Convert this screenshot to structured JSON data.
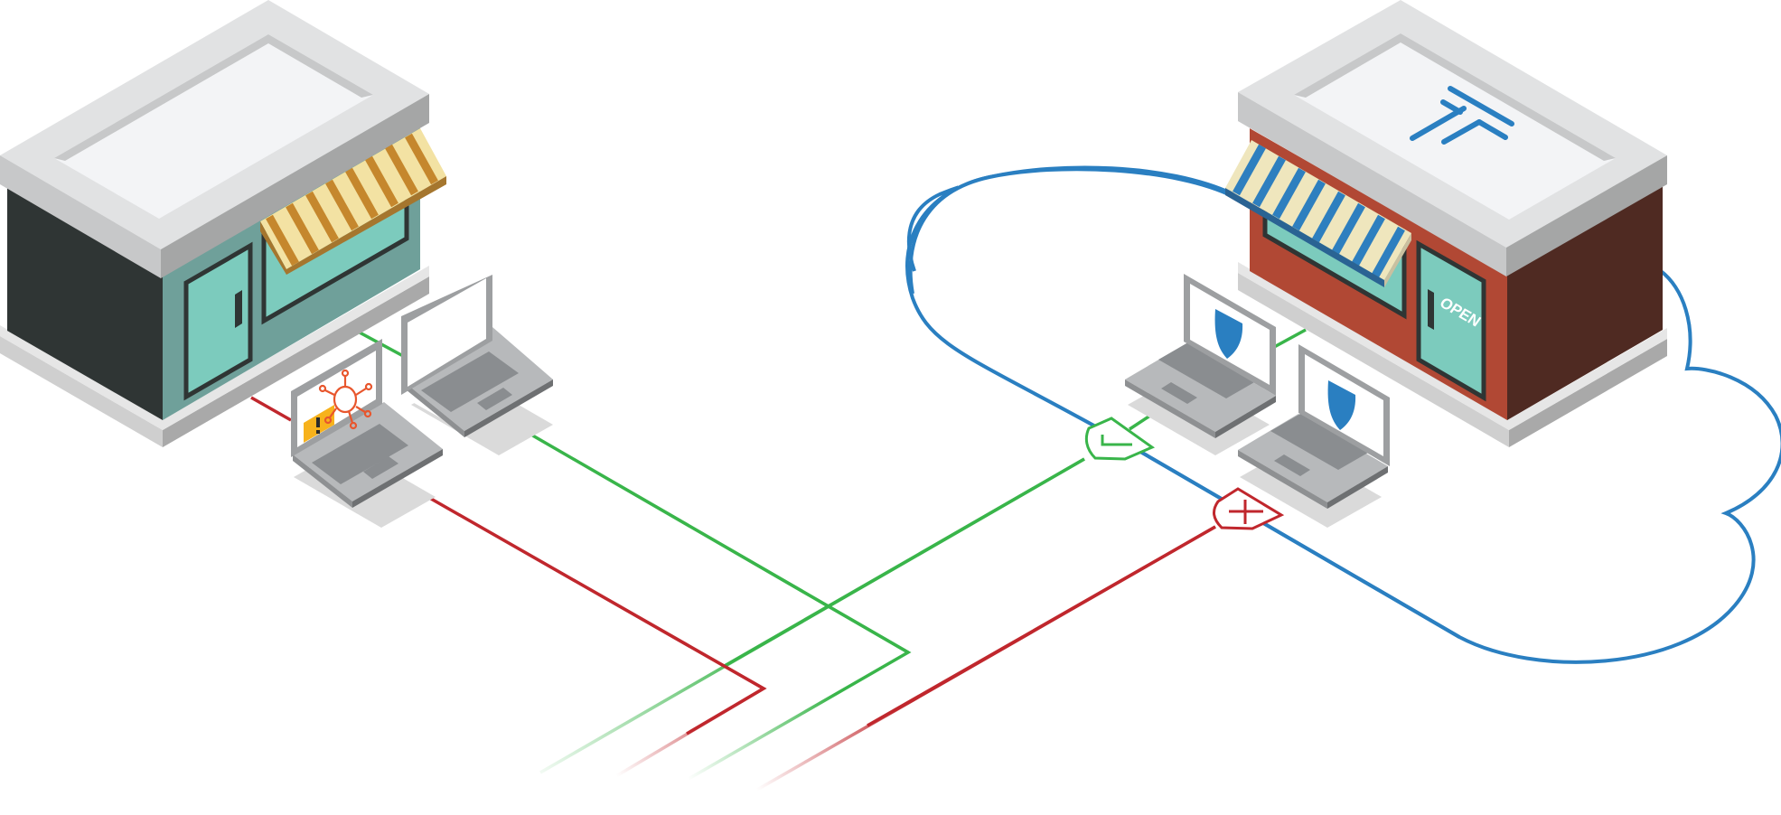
{
  "stores": [
    {
      "id": "unprotected",
      "wall_front": "#2f3534",
      "wall_side": "#6fa09a",
      "door": "#7ccbbd",
      "awning": [
        "#f3e2a3",
        "#c5872d"
      ],
      "sign": null
    },
    {
      "id": "protected",
      "wall_front": "#b14834",
      "wall_side": "#4f2a22",
      "door": "#7ccbbd",
      "awning": [
        "#efe6bd",
        "#2e7fbf"
      ],
      "sign": "OPEN"
    }
  ],
  "laptops": [
    {
      "id": "laptop-infected",
      "screen_icon": "virus-alert-icon"
    },
    {
      "id": "laptop-clean",
      "screen_icon": null
    },
    {
      "id": "laptop-protected-1",
      "screen_icon": "shield-icon"
    },
    {
      "id": "laptop-protected-2",
      "screen_icon": "shield-icon"
    }
  ],
  "connections": [
    {
      "id": "infected-traffic",
      "color": "#c0272d",
      "status": "threat"
    },
    {
      "id": "clean-traffic",
      "color": "#39b54a",
      "status": "safe"
    }
  ],
  "cloud": {
    "color": "#2a7fc1"
  },
  "badges": [
    {
      "id": "checkmark-shield-badge",
      "color": "#39b54a",
      "icon": "check-icon"
    },
    {
      "id": "blocked-shield-badge",
      "color": "#c0272d",
      "icon": "cross-icon"
    }
  ],
  "logo": {
    "color": "#2a7fc1",
    "icon": "brand-logo-icon"
  }
}
